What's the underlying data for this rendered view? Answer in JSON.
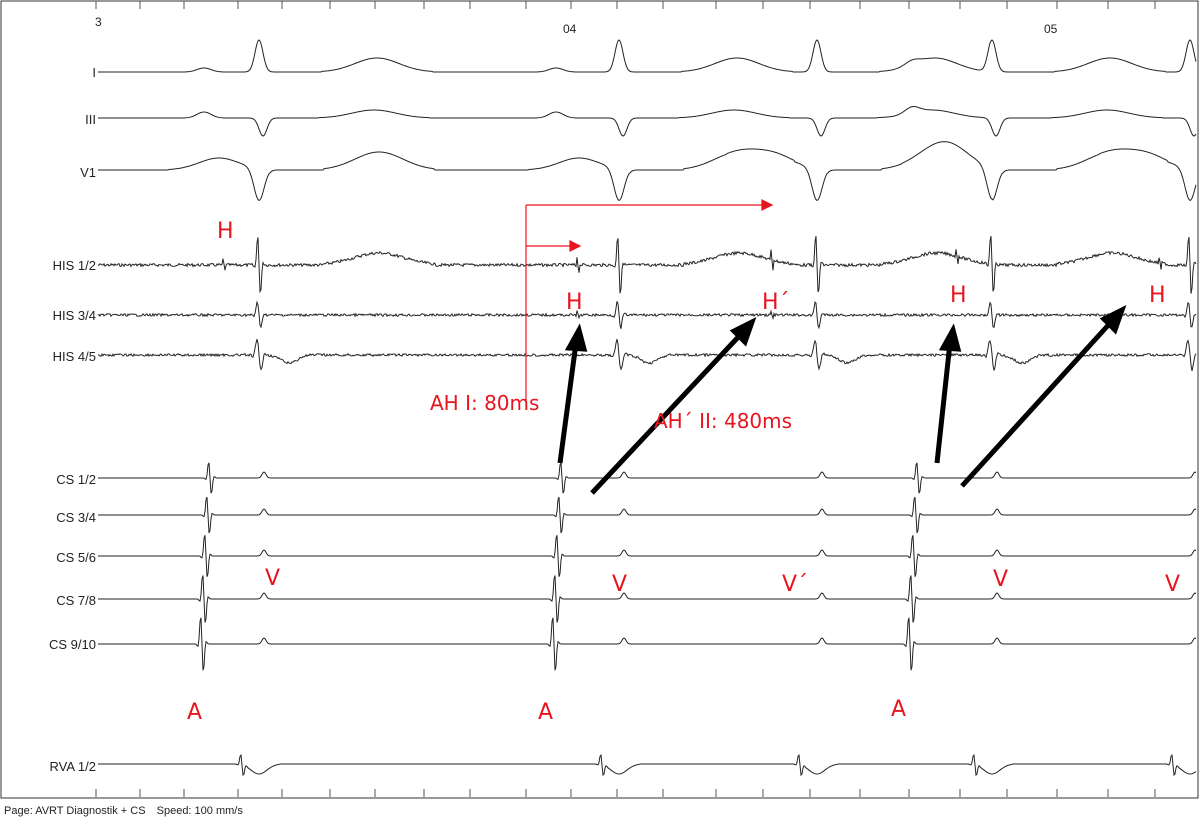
{
  "time_ticks": [
    "3",
    "04",
    "05"
  ],
  "leads": [
    "I",
    "III",
    "V1",
    "HIS 1/2",
    "HIS 3/4",
    "HIS 4/5",
    "CS 1/2",
    "CS 3/4",
    "CS 5/6",
    "CS 7/8",
    "CS 9/10",
    "RVA 1/2"
  ],
  "annotations": {
    "h_top": "H",
    "h1": "H",
    "h_prime": "H´",
    "h3": "H",
    "h4": "H",
    "ah1": "AH I: 80ms",
    "ah2": "AH´ II: 480ms",
    "v1": "V",
    "v2": "V",
    "v_prime": "V´",
    "v3": "V",
    "v4": "V",
    "a1": "A",
    "a2": "A",
    "a3": "A"
  },
  "footer": {
    "page": "Page: AVRT Diagnostik + CS",
    "speed": "Speed: 100 mm/s"
  },
  "colors": {
    "annotation": "#e8141e",
    "trace": "#222222",
    "arrow": "#000000"
  }
}
